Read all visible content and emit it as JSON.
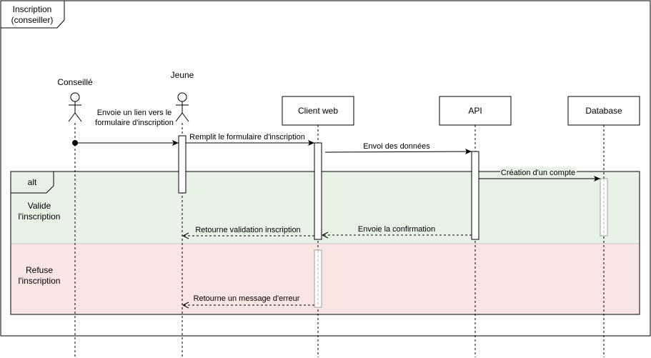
{
  "frame": {
    "title_line1": "Inscription",
    "title_line2": "(conseiller)"
  },
  "participants": {
    "conseille": "Conseillé",
    "jeune": "Jeune",
    "client_web": "Client web",
    "api": "API",
    "database": "Database"
  },
  "fragment": {
    "operator": "alt",
    "valid_line1": "Valide",
    "valid_line2": "l'inscription",
    "refuse_line1": "Refuse",
    "refuse_line2": "l'inscription",
    "valid_color": "#e8f2e7",
    "refuse_color": "#fae5e5"
  },
  "messages": {
    "m1_line1": "Envoie un lien vers le",
    "m1_line2": "formulaire d'inscription",
    "m2": "Remplit le formulaire d'inscription",
    "m3": "Envoi des données",
    "m4": "Création d'un compte",
    "m5": "Envoie la confirmation",
    "m6": "Retourne validation inscription",
    "m7": "Retourne un message d'erreur"
  }
}
